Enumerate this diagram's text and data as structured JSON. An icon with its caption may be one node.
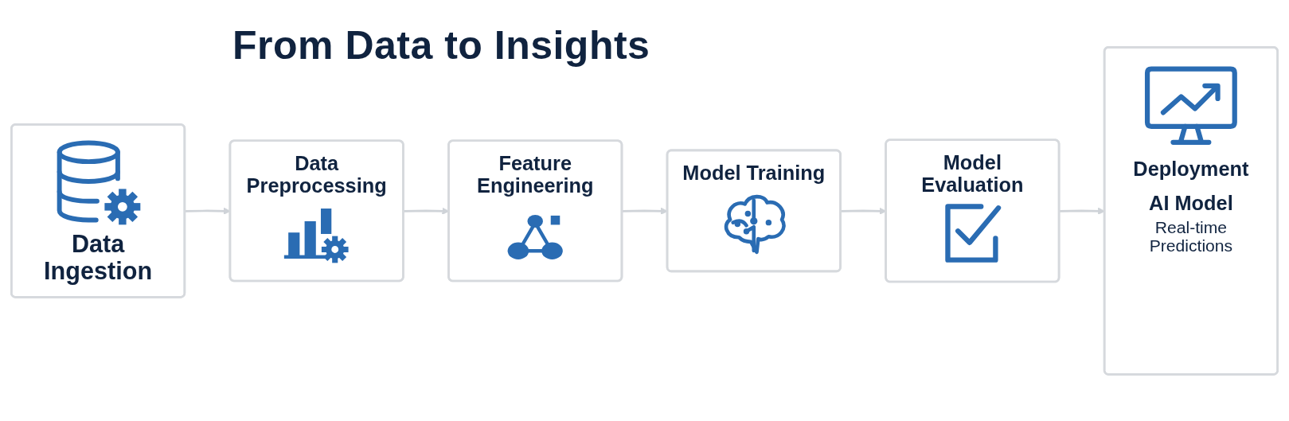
{
  "diagram": {
    "title": "From Data to Insights",
    "nodes": [
      {
        "text": [
          "Data Ingestion"
        ]
      },
      {
        "text": [
          "Data Preprocessing"
        ]
      },
      {
        "text": [
          "Feature Engineering"
        ]
      },
      {
        "text": [
          "Model Training"
        ]
      },
      {
        "text": [
          "Model Evaluation"
        ]
      },
      {
        "text": [
          "Deployment",
          "AI Model",
          "Real-time Predictions"
        ]
      }
    ],
    "edges": [
      {
        "from": 0,
        "to": 1,
        "arrow": "to"
      },
      {
        "from": 1,
        "to": 2,
        "arrow": "to"
      },
      {
        "from": 2,
        "to": 3,
        "arrow": "to"
      },
      {
        "from": 3,
        "to": 4,
        "arrow": "to"
      },
      {
        "from": 4,
        "to": 5,
        "arrow": "to"
      }
    ]
  }
}
